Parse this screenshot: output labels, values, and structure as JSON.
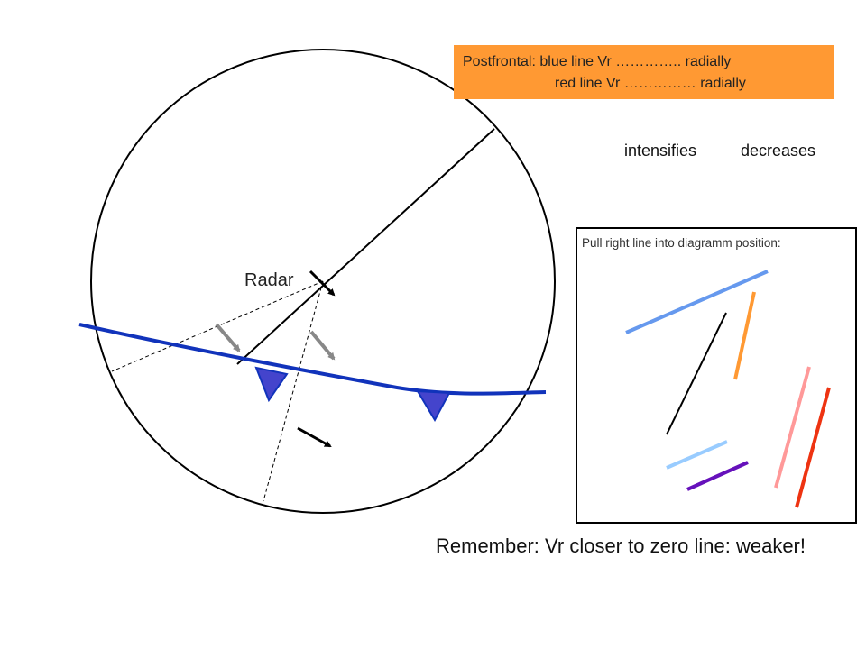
{
  "question": {
    "line1": "Postfrontal: blue line Vr ………….. radially",
    "line2": "red line Vr ……………  radially"
  },
  "options": {
    "intensifies": "intensifies",
    "decreases": "decreases"
  },
  "radar_label": "Radar",
  "panel": {
    "title": "Pull right line into diagramm position:"
  },
  "note": "Remember: Vr closer to zero line: weaker!",
  "colors": {
    "box": "#ff9933",
    "front": "#1133bb",
    "triangle_fill": "#4444cc",
    "wind_gray": "#888888",
    "wind_black": "#000000",
    "line_blue": "#6699ee",
    "line_orange": "#ff9933",
    "line_black": "#000000",
    "line_light_blue": "#99ccff",
    "line_purple": "#6611bb",
    "line_pink": "#ff9999",
    "line_red": "#ee3311"
  }
}
